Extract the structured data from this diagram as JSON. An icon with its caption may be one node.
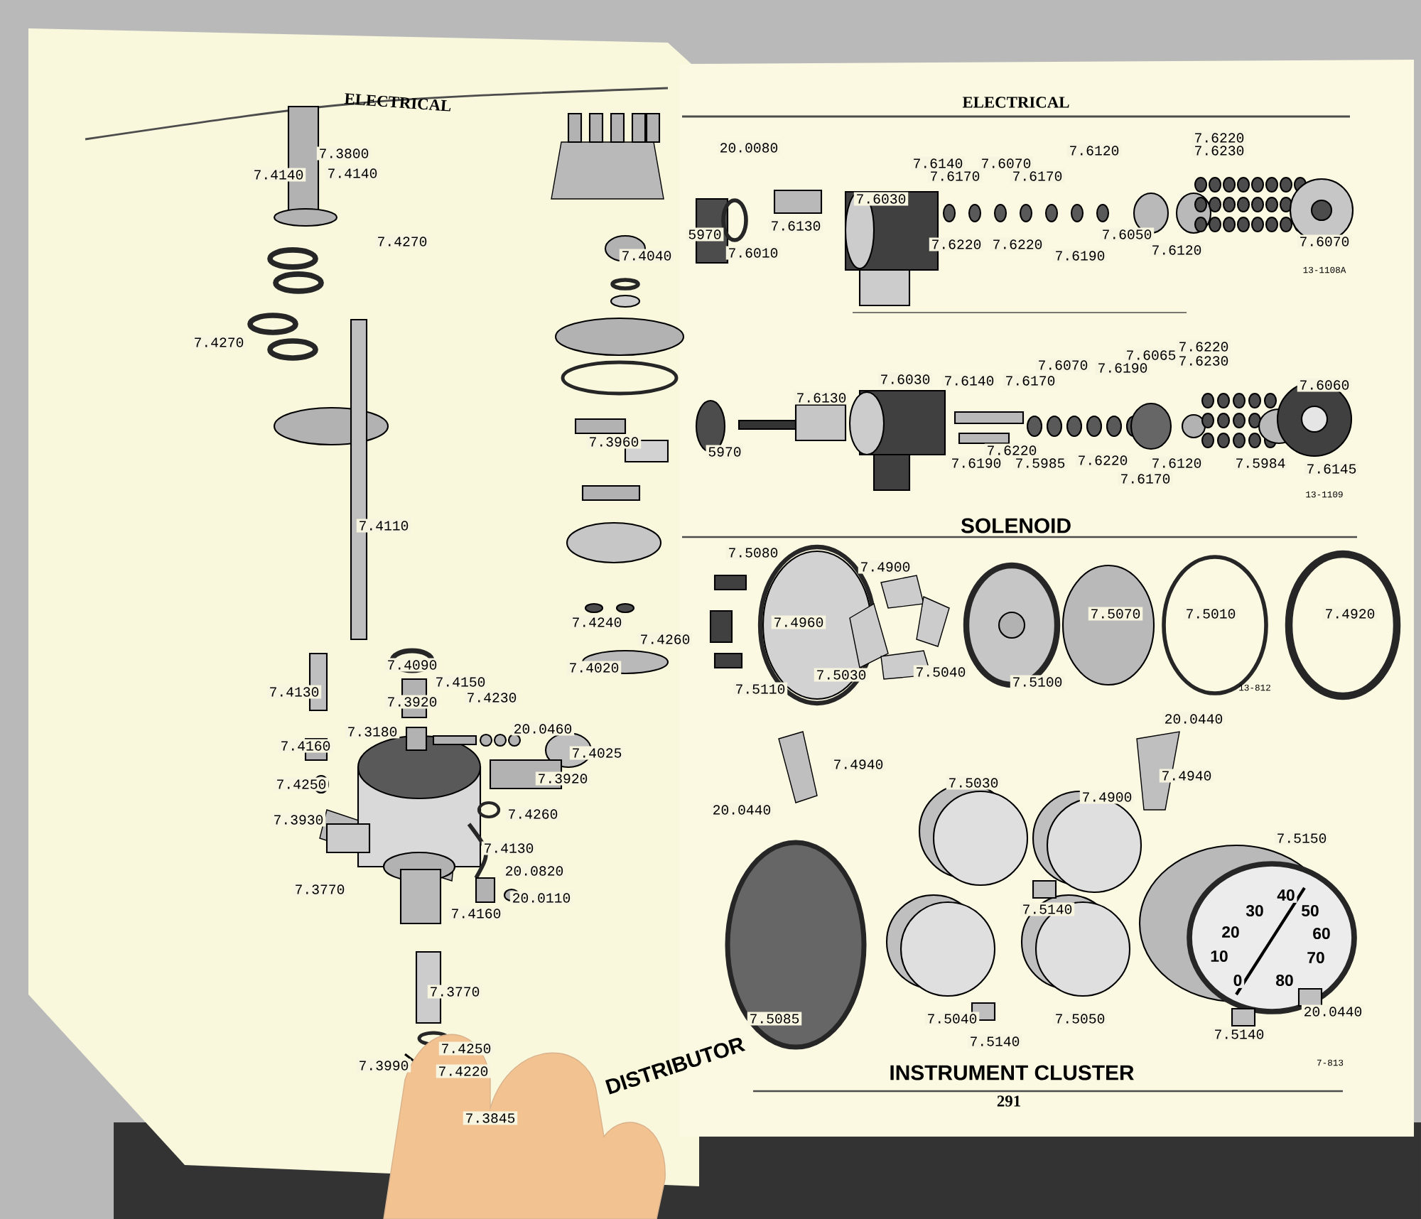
{
  "diagram": {
    "labels": [
      "ELECTRICAL",
      "7.3800",
      "7.4140",
      "7.4140",
      "7.4270",
      "7.4270",
      "7.4110",
      "7.4040",
      "7.3960",
      "7.4240",
      "7.4260",
      "7.4090",
      "7.4020",
      "7.4130",
      "7.4150",
      "7.3920",
      "7.4230",
      "7.3180",
      "20.0460",
      "7.4160",
      "7.4025",
      "7.4250",
      "7.3920",
      "7.3930",
      "7.4260",
      "7.4130",
      "20.0820",
      "7.3770",
      "20.0110",
      "7.4160",
      "7.3770",
      "7.4250",
      "7.3990",
      "7.4220",
      "7.3845",
      "DISTRIBUTOR",
      "ELECTRICAL",
      "20.0080",
      "7.6140",
      "7.6070",
      "7.6120",
      "7.6220",
      "7.6230",
      "7.6170",
      "7.6170",
      "7.6030",
      "5970",
      "7.6130",
      "7.6010",
      "7.6220",
      "7.6220",
      "7.6190",
      "7.6050",
      "7.6120",
      "7.6070",
      "13-1108A",
      "7.6065",
      "7.6220",
      "7.6230",
      "7.6070",
      "7.6190",
      "7.6030",
      "7.6140",
      "7.6170",
      "7.6130",
      "7.6060",
      "5970",
      "7.6220",
      "7.6190",
      "7.5985",
      "7.6220",
      "7.6170",
      "7.6120",
      "7.5984",
      "7.6145",
      "13-1109",
      "SOLENOID",
      "7.5080",
      "7.4900",
      "7.4960",
      "7.5070",
      "7.5010",
      "7.4920",
      "7.5030",
      "7.5040",
      "7.5100",
      "7.5110",
      "13-812",
      "20.0440",
      "7.4940",
      "7.5030",
      "7.4940",
      "7.4900",
      "20.0440",
      "7.5150",
      "40",
      "30",
      "50",
      "20",
      "60",
      "10",
      "70",
      "0",
      "80",
      "7.5140",
      "7.5085",
      "7.5040",
      "7.5050",
      "20.0440",
      "7.5140",
      "7.5140",
      "7-813",
      "INSTRUMENT CLUSTER",
      "291"
    ]
  }
}
